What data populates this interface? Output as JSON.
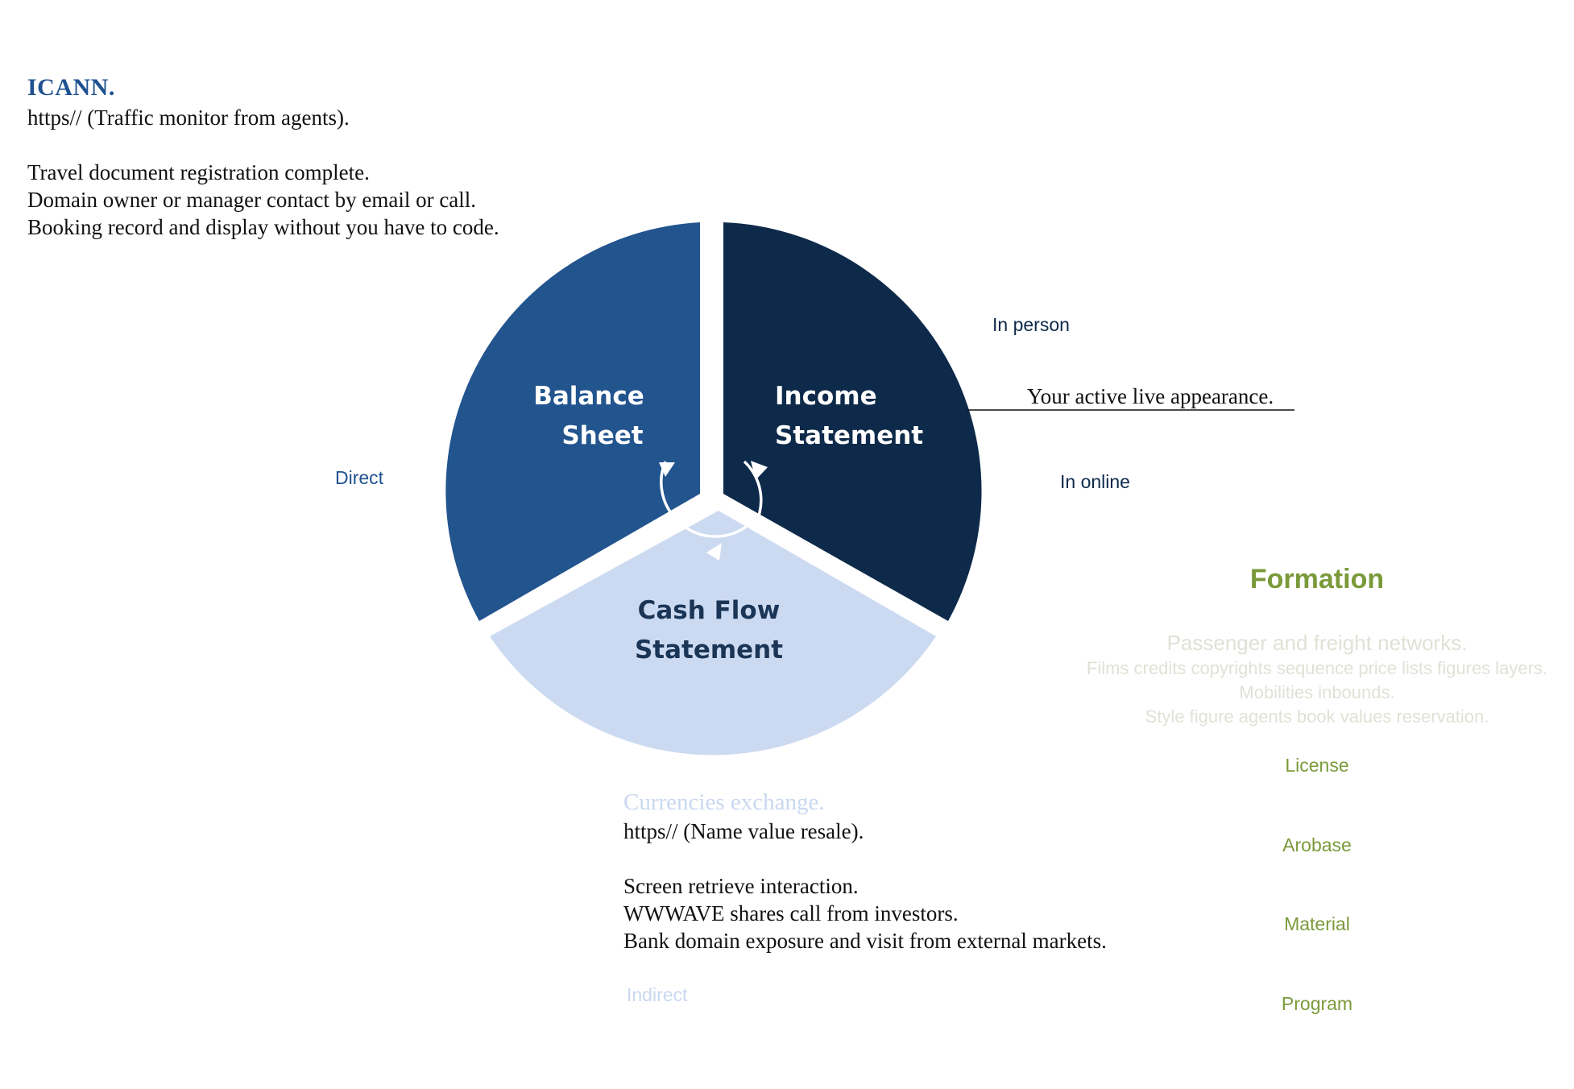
{
  "icann": {
    "title": "ICANN.",
    "lines": [
      "https// (Traffic monitor from agents).",
      "Travel document registration complete.",
      "Domain owner or manager contact by email or call.",
      "Booking record and display without you have to code."
    ]
  },
  "cycle": {
    "segments": [
      {
        "line1": "Balance",
        "line2": "Sheet",
        "color": "#22548e",
        "text_color": "#ffffff"
      },
      {
        "line1": "Income",
        "line2": "Statement",
        "color": "#0e2a4a",
        "text_color": "#ffffff"
      },
      {
        "line1": "Cash Flow",
        "line2": "Statement",
        "color": "#ccdaf1",
        "text_color": "#1a3556"
      }
    ],
    "arrow_color": "#ffffff"
  },
  "labels": {
    "direct": "Direct",
    "in_person": "In person",
    "in_online": "In online",
    "indirect": "Indirect",
    "live_appearance": "Your active live appearance."
  },
  "currencies": {
    "title": "Currencies exchange.",
    "lines": [
      "https// (Name value resale).",
      "Screen retrieve interaction.",
      "WWWAVE shares call from investors.",
      "Bank domain exposure and visit from external markets."
    ]
  },
  "formation": {
    "title": "Formation",
    "subtitle": "Passenger and freight networks.",
    "descriptions": [
      "Films credits copyrights sequence price lists figures layers.",
      "Mobilities inbounds.",
      "Style figure agents book values reservation."
    ],
    "items": [
      "License",
      "Arobase",
      "Material",
      "Program"
    ]
  },
  "colors": {
    "brand_blue": "#1f5190",
    "formation_green": "#7a9a3a",
    "faded_text": "#dfe2d6",
    "light_blue": "#c9d8f0"
  }
}
